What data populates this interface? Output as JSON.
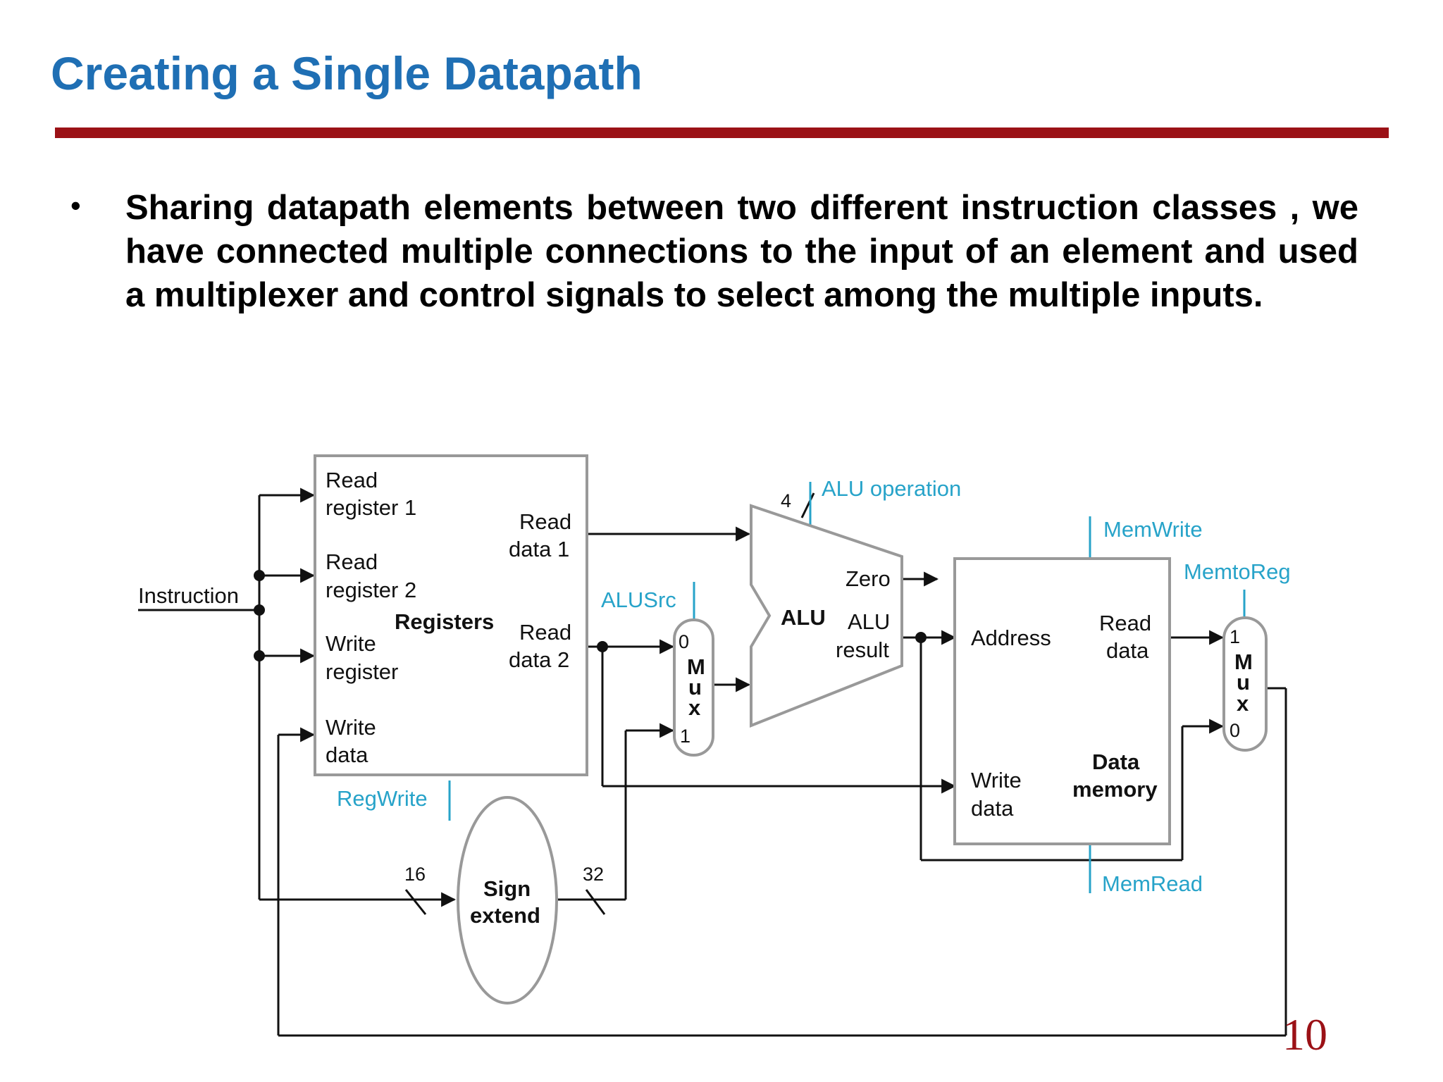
{
  "slide": {
    "title": "Creating a Single Datapath",
    "bullet": "Sharing datapath elements between two different instruction classes , we have connected multiple connections to the input of an element and used a multiplexer and control signals to select among the multiple inputs.",
    "page_number": "10"
  },
  "diagram": {
    "instruction": "Instruction",
    "registers": {
      "name": "Registers",
      "read_register_1": [
        "Read",
        "register 1"
      ],
      "read_register_2": [
        "Read",
        "register 2"
      ],
      "write_register": [
        "Write",
        "register"
      ],
      "write_data": [
        "Write",
        "data"
      ],
      "read_data_1": [
        "Read",
        "data 1"
      ],
      "read_data_2": [
        "Read",
        "data 2"
      ]
    },
    "alu": {
      "name": "ALU",
      "zero": "Zero",
      "result": [
        "ALU",
        "result"
      ],
      "operation_width": "4"
    },
    "mux_alusrc": {
      "letters": [
        "M",
        "u",
        "x"
      ],
      "in_top": "0",
      "in_bottom": "1"
    },
    "mux_memtoreg": {
      "letters": [
        "M",
        "u",
        "x"
      ],
      "in_top": "1",
      "in_bottom": "0"
    },
    "data_memory": {
      "name": [
        "Data",
        "memory"
      ],
      "address": "Address",
      "read_data": [
        "Read",
        "data"
      ],
      "write_data": [
        "Write",
        "data"
      ]
    },
    "sign_extend": {
      "name": [
        "Sign",
        "extend"
      ],
      "in_width": "16",
      "out_width": "32"
    },
    "control_signals": {
      "alu_operation": "ALU operation",
      "alu_src": "ALUSrc",
      "reg_write": "RegWrite",
      "mem_write": "MemWrite",
      "mem_to_reg": "MemtoReg",
      "mem_read": "MemRead"
    }
  },
  "colors": {
    "title": "#1f6fb4",
    "rule": "#9b1116",
    "control_signal": "#27a3c9",
    "page_number": "#9b1116"
  }
}
